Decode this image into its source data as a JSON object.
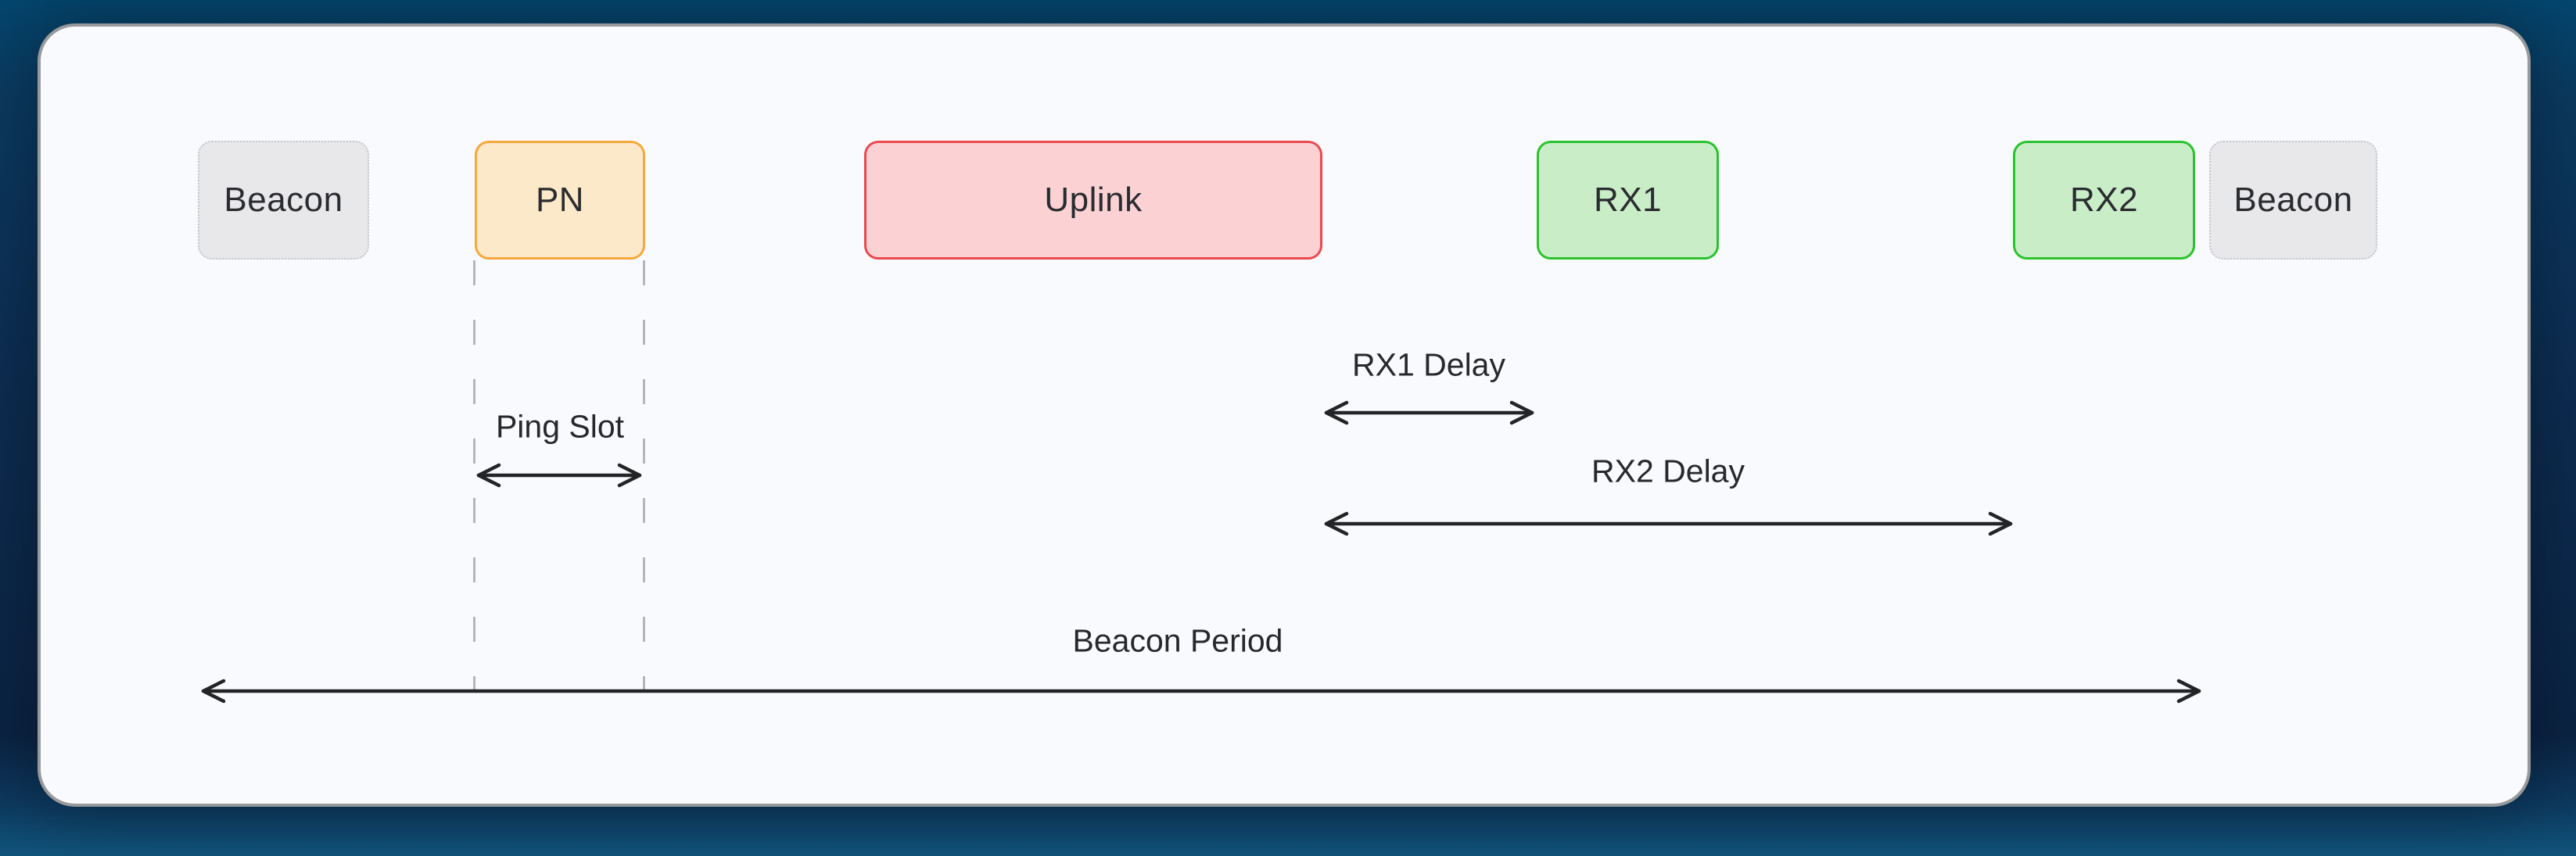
{
  "diagram": {
    "type": "timing-diagram",
    "boxes": [
      {
        "id": "beacon-start",
        "label": "Beacon",
        "fill": "#e8e8eb",
        "border": "#c6c6cb"
      },
      {
        "id": "pn",
        "label": "PN",
        "fill": "#fce9c9",
        "border": "#f5a93d"
      },
      {
        "id": "uplink",
        "label": "Uplink",
        "fill": "#fbd1d3",
        "border": "#e94a50"
      },
      {
        "id": "rx1",
        "label": "RX1",
        "fill": "#c9eec7",
        "border": "#2bc32d"
      },
      {
        "id": "rx2",
        "label": "RX2",
        "fill": "#c9eec7",
        "border": "#2bc32d"
      },
      {
        "id": "beacon-end",
        "label": "Beacon",
        "fill": "#e8e8eb",
        "border": "#c6c6cb"
      }
    ],
    "annotations": [
      {
        "id": "ping-slot",
        "label": "Ping Slot"
      },
      {
        "id": "rx1-delay",
        "label": "RX1 Delay"
      },
      {
        "id": "rx2-delay",
        "label": "RX2 Delay"
      },
      {
        "id": "beacon-period",
        "label": "Beacon Period"
      }
    ],
    "colors": {
      "background_top": "#04466f",
      "background_mid": "#0c2a4e",
      "background_bottom": "#11557d",
      "card_background": "#f8fafd",
      "card_border": "#97999b",
      "arrow": "#222426",
      "dashed_guide": "#b6b6ba",
      "text": "#26282b"
    }
  }
}
